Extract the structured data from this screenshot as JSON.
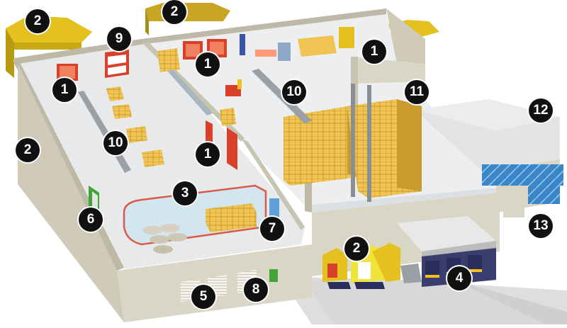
{
  "callouts": [
    {
      "id": "c-2a",
      "label": "2"
    },
    {
      "id": "c-2b",
      "label": "2"
    },
    {
      "id": "c-9",
      "label": "9"
    },
    {
      "id": "c-1a",
      "label": "1"
    },
    {
      "id": "c-1b",
      "label": "1"
    },
    {
      "id": "c-1c",
      "label": "1"
    },
    {
      "id": "c-1d",
      "label": "1"
    },
    {
      "id": "c-10a",
      "label": "10"
    },
    {
      "id": "c-10b",
      "label": "10"
    },
    {
      "id": "c-11",
      "label": "11"
    },
    {
      "id": "c-12",
      "label": "12"
    },
    {
      "id": "c-2c",
      "label": "2"
    },
    {
      "id": "c-3",
      "label": "3"
    },
    {
      "id": "c-6",
      "label": "6"
    },
    {
      "id": "c-7",
      "label": "7"
    },
    {
      "id": "c-13",
      "label": "13"
    },
    {
      "id": "c-2d",
      "label": "2"
    },
    {
      "id": "c-4",
      "label": "4"
    },
    {
      "id": "c-5",
      "label": "5"
    },
    {
      "id": "c-8",
      "label": "8"
    }
  ],
  "colors": {
    "wall": "#d9d6c6",
    "wall_dark": "#bdb9a6",
    "floor": "#e7e9ea",
    "tent": "#e4c11f",
    "tent_dark": "#b89a12",
    "box": "#f0c453",
    "box_dark": "#c99a2e",
    "door_red": "#d9402a",
    "glass": "#3a86c8",
    "callout": "#111111"
  }
}
